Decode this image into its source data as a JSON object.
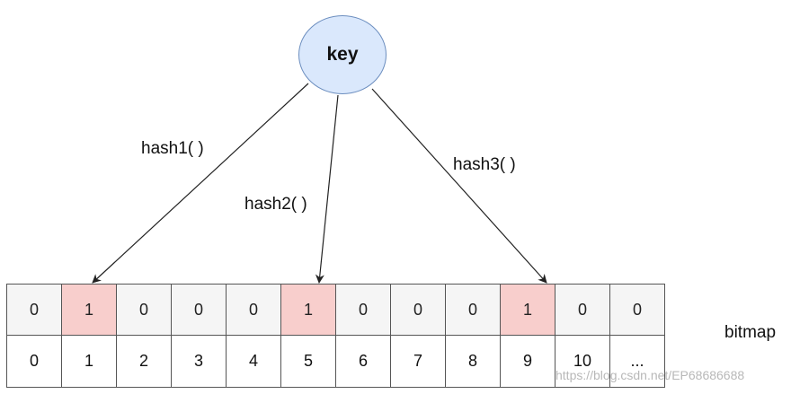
{
  "key_label": "key",
  "hash_functions": [
    {
      "label": "hash1( )",
      "target_index": 1
    },
    {
      "label": "hash2( )",
      "target_index": 5
    },
    {
      "label": "hash3( )",
      "target_index": 9
    }
  ],
  "bitmap": {
    "label": "bitmap",
    "bits": [
      "0",
      "1",
      "0",
      "0",
      "0",
      "1",
      "0",
      "0",
      "0",
      "1",
      "0",
      "0"
    ],
    "indices": [
      "0",
      "1",
      "2",
      "3",
      "4",
      "5",
      "6",
      "7",
      "8",
      "9",
      "10",
      "..."
    ]
  },
  "colors": {
    "key_fill": "#dae8fc",
    "key_stroke": "#6c8ebf",
    "bit_set_fill": "#f8cecc",
    "bit_unset_fill": "#f5f5f5",
    "arrow": "#222222"
  },
  "watermark": "https://blog.csdn.net/EP68686688"
}
